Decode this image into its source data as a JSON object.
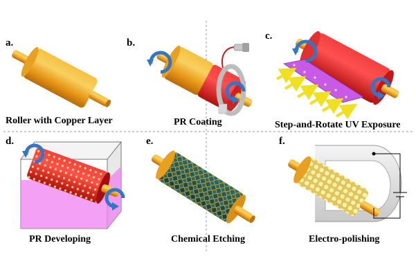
{
  "panels": [
    {
      "letter": "a.",
      "caption": "Roller with Copper Layer"
    },
    {
      "letter": "b.",
      "caption": "PR Coating"
    },
    {
      "letter": "c.",
      "caption": "Step-and-Rotate UV Exposure"
    },
    {
      "letter": "d.",
      "caption": "PR Developing"
    },
    {
      "letter": "e.",
      "caption": "Chemical Etching"
    },
    {
      "letter": "f.",
      "caption": "Electro-polishing"
    }
  ],
  "colors": {
    "copper": "#f0a020",
    "copper_dark": "#c07010",
    "photoresist_red": "#e02020",
    "uv_mask_purple": "#c040e0",
    "uv_arrow_yellow": "#f0e020",
    "developer_bath_pink": "#f070f0",
    "rotation_arrow_blue": "#3070c0",
    "etched_pattern_teal": "#205050",
    "polish_bumps_yellow": "#f0f090",
    "divider_gray": "#999999"
  },
  "icons": [
    "rotation-arrow-icon",
    "uv-light-arrow-icon",
    "power-supply-battery-icon",
    "spray-nozzle-icon"
  ]
}
